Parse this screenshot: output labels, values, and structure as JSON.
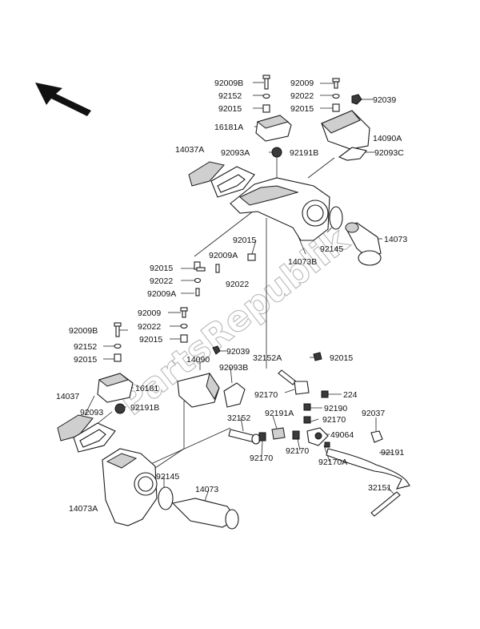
{
  "labels": {
    "top": {
      "p92009B": "92009B",
      "p92152": "92152",
      "p92015a": "92015",
      "p16181A": "16181A",
      "p92009": "92009",
      "p92022": "92022",
      "p92015b": "92015",
      "p92039": "92039",
      "p14090A": "14090A",
      "p92093C": "92093C",
      "p14037A": "14037A",
      "p92093A": "92093A",
      "p92191B": "92191B",
      "p92015c": "92015",
      "p14073": "14073",
      "p92015d": "92015",
      "p92009A": "92009A",
      "p92145": "92145",
      "p14073B": "14073B",
      "p92022b": "92022",
      "p92022c": "92022",
      "p92009Ab": "92009A"
    },
    "bottom": {
      "p92009": "92009",
      "p92009B": "92009B",
      "p92022": "92022",
      "p92152": "92152",
      "p92015a": "92015",
      "p92015b": "92015",
      "p92039": "92039",
      "p14090": "14090",
      "p32152A": "32152A",
      "p92015c": "92015",
      "p92093B": "92093B",
      "p16181": "16181",
      "p92170a": "92170",
      "p224": "224",
      "p14037": "14037",
      "p92191B": "92191B",
      "p92093": "92093",
      "p32152": "32152",
      "p92191A": "92191A",
      "p92170b": "92170",
      "p92190": "92190",
      "p92037": "92037",
      "p92170c": "92170",
      "p49064": "49064",
      "p92145": "92145",
      "p14073": "14073",
      "p92170d": "92170",
      "p92170A": "92170A",
      "p92191": "92191",
      "p32151": "32151",
      "p14073A": "14073A"
    }
  },
  "watermark": "PartsRepublik"
}
